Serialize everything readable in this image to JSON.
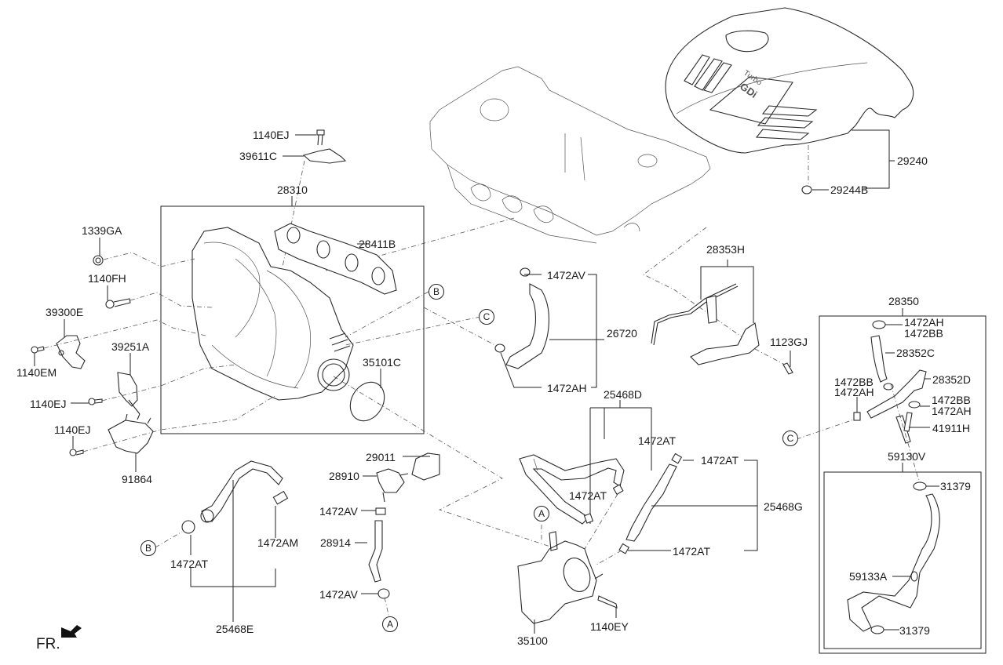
{
  "diagram": {
    "title": "Intake manifold & throttle body parts diagram",
    "front_marker": "FR.",
    "callouts": {
      "a": "A",
      "b": "B",
      "c": "C"
    },
    "engine_cover_text": {
      "line1": "Turbo",
      "line2": "GDi"
    },
    "parts": {
      "p1140EJ_top": "1140EJ",
      "p39611C": "39611C",
      "p28310": "28310",
      "p28411B": "28411B",
      "p1339GA": "1339GA",
      "p1140FH": "1140FH",
      "p39300E": "39300E",
      "p1140EM": "1140EM",
      "p39251A": "39251A",
      "p1140EJ_mid": "1140EJ",
      "p1140EJ_low": "1140EJ",
      "p91864": "91864",
      "p35101C": "35101C",
      "p1472AV_top": "1472AV",
      "p26720": "26720",
      "p1472AH_mid": "1472AH",
      "p28353H": "28353H",
      "p1123GJ": "1123GJ",
      "p29240": "29240",
      "p29244B": "29244B",
      "p28350": "28350",
      "p1472AH_r1": "1472AH",
      "p1472BB_r1": "1472BB",
      "p28352C": "28352C",
      "p28352D": "28352D",
      "p1472BB_r2": "1472BB",
      "p1472AH_r2": "1472AH",
      "p1472BB_r3": "1472BB",
      "p1472AH_r3": "1472AH",
      "p41911H": "41911H",
      "p59130V": "59130V",
      "p31379_top": "31379",
      "p59133A": "59133A",
      "p31379_bot": "31379",
      "p25468D": "25468D",
      "p1472AT_d1": "1472AT",
      "p1472AT_d2": "1472AT",
      "p1472AT_g1": "1472AT",
      "p25468G": "25468G",
      "p1472AT_g2": "1472AT",
      "p29011": "29011",
      "p28910": "28910",
      "p1472AV_v1": "1472AV",
      "p28914": "28914",
      "p1472AV_v2": "1472AV",
      "p1472AT_e": "1472AT",
      "p1472AM": "1472AM",
      "p25468E": "25468E",
      "p35100": "35100",
      "p1140EY": "1140EY"
    }
  }
}
